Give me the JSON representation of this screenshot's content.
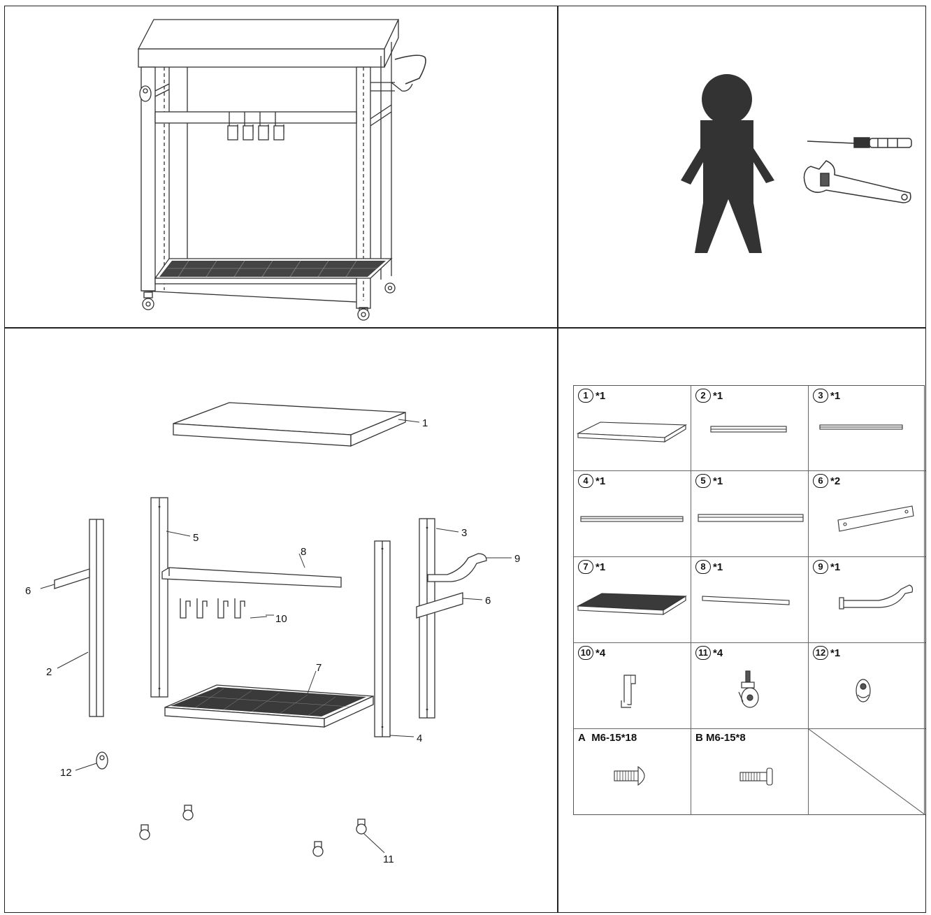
{
  "callouts": {
    "c1": "1",
    "c2": "2",
    "c3": "3",
    "c4": "4",
    "c5": "5",
    "c6a": "6",
    "c6b": "6",
    "c7": "7",
    "c8": "8",
    "c9": "9",
    "c10": "10",
    "c11": "11",
    "c12": "12"
  },
  "parts": [
    {
      "num": "1",
      "qty": "*1",
      "icon": "tabletop-icon"
    },
    {
      "num": "2",
      "qty": "*1",
      "icon": "rail-icon"
    },
    {
      "num": "3",
      "qty": "*1",
      "icon": "rail-icon"
    },
    {
      "num": "4",
      "qty": "*1",
      "icon": "rail-icon"
    },
    {
      "num": "5",
      "qty": "*1",
      "icon": "rail-icon"
    },
    {
      "num": "6",
      "qty": "*2",
      "icon": "bracket-icon"
    },
    {
      "num": "7",
      "qty": "*1",
      "icon": "mesh-shelf-icon"
    },
    {
      "num": "8",
      "qty": "*1",
      "icon": "bar-icon"
    },
    {
      "num": "9",
      "qty": "*1",
      "icon": "handle-icon"
    },
    {
      "num": "10",
      "qty": "*4",
      "icon": "hook-icon"
    },
    {
      "num": "11",
      "qty": "*4",
      "icon": "caster-icon"
    },
    {
      "num": "12",
      "qty": "*1",
      "icon": "bottle-opener-icon"
    }
  ],
  "screws": [
    {
      "letter": "A",
      "spec": "M6-15*18",
      "icon": "bolt-icon"
    },
    {
      "letter": "B",
      "spec": "M6-15*8",
      "icon": "bolt-icon"
    }
  ]
}
